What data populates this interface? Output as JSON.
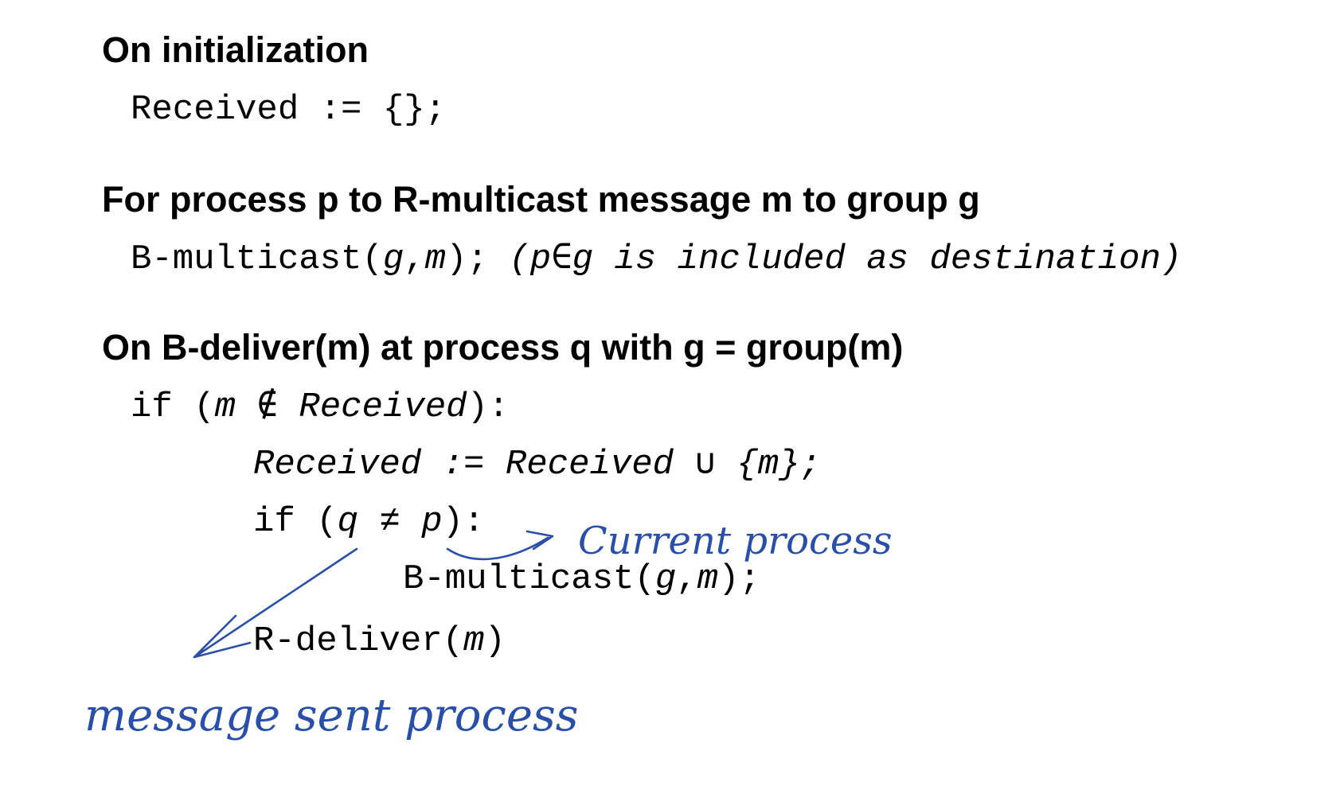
{
  "sections": [
    {
      "heading": "On initialization",
      "lines": [
        {
          "parts": [
            "Received := {};"
          ]
        }
      ]
    },
    {
      "heading": "For process p to R-multicast message m to group g",
      "lines": [
        {
          "parts": [
            "B-multicast(",
            "g",
            ",",
            "m",
            "); ",
            "(p∈g is included as destination)"
          ]
        }
      ]
    },
    {
      "heading": "On B-deliver(m) at process q with g = group(m)",
      "lines": [
        {
          "parts": [
            "if (",
            "m ∉ Received",
            "):"
          ]
        },
        {
          "parts": [
            "Received := Received",
            " ∪ ",
            "{m};"
          ]
        },
        {
          "parts": [
            "if (",
            "q",
            " ≠ ",
            "p",
            "):"
          ]
        },
        {
          "parts": [
            "B-multicast(",
            "g",
            ",",
            "m",
            ");"
          ]
        },
        {
          "parts": [
            "R-deliver(",
            "m",
            ")"
          ]
        }
      ]
    }
  ],
  "annotations": {
    "current_process": "Current process",
    "message_sent_process": "message sent process",
    "ink_color": "#2a4fa8"
  }
}
